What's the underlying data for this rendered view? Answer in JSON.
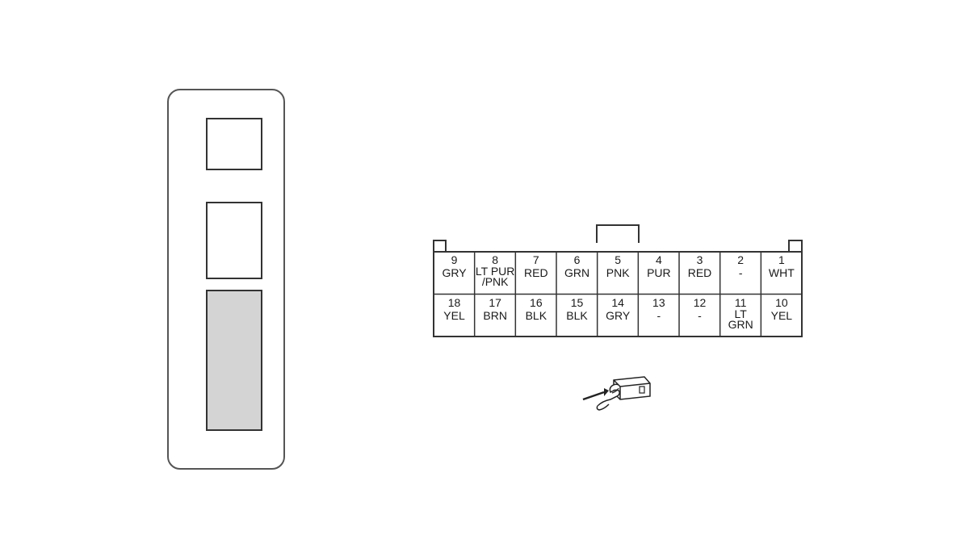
{
  "connector": {
    "row_top": [
      {
        "num": "9",
        "color": "GRY"
      },
      {
        "num": "8",
        "color": "LT PUR\n/PNK"
      },
      {
        "num": "7",
        "color": "RED"
      },
      {
        "num": "6",
        "color": "GRN"
      },
      {
        "num": "5",
        "color": "PNK"
      },
      {
        "num": "4",
        "color": "PUR"
      },
      {
        "num": "3",
        "color": "RED"
      },
      {
        "num": "2",
        "color": "-"
      },
      {
        "num": "1",
        "color": "WHT"
      }
    ],
    "row_bottom": [
      {
        "num": "18",
        "color": "YEL"
      },
      {
        "num": "17",
        "color": "BRN"
      },
      {
        "num": "16",
        "color": "BLK"
      },
      {
        "num": "15",
        "color": "BLK"
      },
      {
        "num": "14",
        "color": "GRY"
      },
      {
        "num": "13",
        "color": "-"
      },
      {
        "num": "12",
        "color": "-"
      },
      {
        "num": "11",
        "color": "LT\nGRN"
      },
      {
        "num": "10",
        "color": "YEL"
      }
    ]
  },
  "colors": {
    "line": "#333333",
    "shaded_slot": "#d4d4d4"
  },
  "icons": {
    "view_icon": "terminal-side-view-finger-icon"
  }
}
